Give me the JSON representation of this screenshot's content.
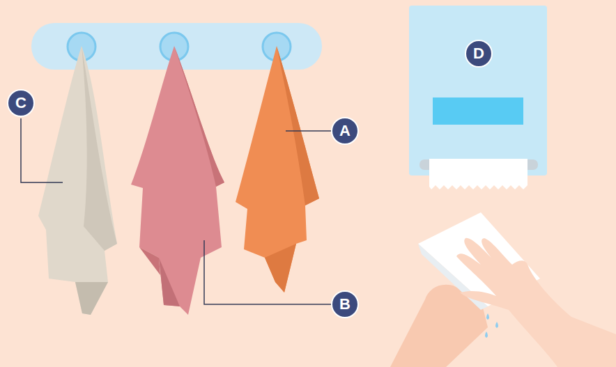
{
  "diagram": {
    "labels": [
      "C",
      "A",
      "B",
      "D"
    ]
  }
}
